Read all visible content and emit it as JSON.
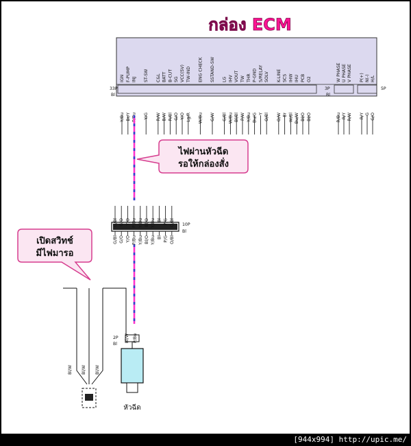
{
  "ecm": {
    "title": "กล่อง ECM",
    "title_color": "#ff1493",
    "box_fill": "#dcd9ef",
    "connector_main_label": "33P",
    "connector_main_color": "Bl",
    "connector_3p_label": "3P",
    "connector_3p_color": "Bl",
    "connector_5p_label": "5P",
    "pin_names": [
      "IGN",
      "F-PUMP",
      "INJ",
      "",
      "ST-SW",
      "",
      "C&L",
      "BATT",
      "B-CUT",
      "SG",
      "VCC(5V)",
      "TW-IND",
      "",
      "ENG CHECK",
      "",
      "SSTAND-SW",
      "",
      "LG",
      "IHV",
      "VOUT",
      "TW",
      "THR",
      "P-GND",
      "S/RELAY",
      "SOLV",
      "",
      "K-LINE",
      "SCS",
      "IHW",
      "IHU",
      "PCB",
      "O2"
    ],
    "wire_colors": [
      "Y/Bu",
      "Br/Y",
      "P/Bu",
      "",
      "Y/G",
      "",
      "R/W",
      "B/W",
      "R/Bl",
      "G/O",
      "Y/O",
      "Lg/R",
      "",
      "W/Bu",
      "",
      "G/W",
      "",
      "G/Bl",
      "W/Bu",
      "Bl/Bl",
      "P/W",
      "Y/Bu",
      "Bu/G",
      "Y",
      "O/Bl",
      "",
      "O/W",
      "Br",
      "W/Bl",
      "Bu/W",
      "Bl/O",
      "Bl/O"
    ],
    "phase_pins": [
      "W PHASE",
      "U PHASE",
      "V PHASE"
    ],
    "phase_wires": [
      "R/Bu",
      "R/Y",
      "R/W"
    ],
    "right_pins": [
      "P(+)",
      "N(-)",
      "H/L"
    ],
    "right_wires": [
      "R/Y",
      "G",
      "G/O"
    ]
  },
  "connector_10p": {
    "label": "10P",
    "color": "Bl",
    "wires_top": [
      "G/Bl",
      "G/O",
      "Y/O",
      "P/Bu",
      "Y/Bu",
      "Bl/O",
      "Y/Bu",
      "Bl",
      "P/G",
      "O/Bl"
    ],
    "wires_bottom": [
      "G/Bl",
      "G/O",
      "Y/O",
      "P/Bu",
      "Y/Bu",
      "Bl/O",
      "Y/Bu",
      "Bl",
      "P/G",
      "O/Bl"
    ]
  },
  "injector": {
    "label": "หัวฉีด",
    "connector_label": "2P",
    "connector_color": "Bl",
    "wires": [
      "Bl/W",
      "P/Bu"
    ],
    "body_fill": "#b9ecf4"
  },
  "switch": {
    "wires": [
      "Bl/W",
      "Bl/W",
      "Bl/W"
    ]
  },
  "callouts": {
    "injector_note_line1": "ไฟผ่านหัวฉีด",
    "injector_note_line2": "รอให้กล่องสั่ง",
    "switch_note_line1": "เปิดสวิทช์",
    "switch_note_line2": "มีไฟมารอ",
    "fill": "#fbe6f2",
    "border": "#d63c8e"
  },
  "highlight_wire_colors": [
    "#ff33cc",
    "#3344cc"
  ],
  "footer": "[944x994] http://upic.me/"
}
